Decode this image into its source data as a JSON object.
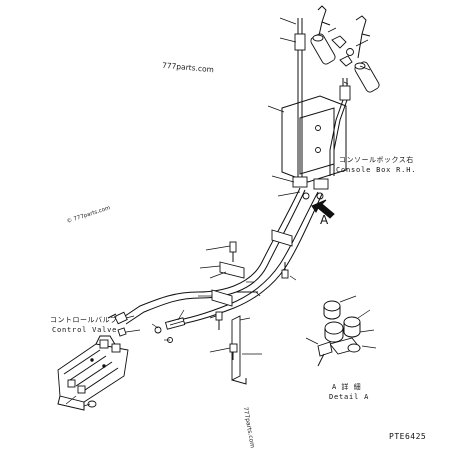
{
  "watermarks": {
    "top": "777parts.com",
    "left": "© 777parts.com",
    "bottom": "777parts.com"
  },
  "labels": {
    "console_jp": "コンソールボックス右",
    "console_en": "Console Box R.H.",
    "control_valve_jp": "コントロールバルブ",
    "control_valve_en": "Control Valve",
    "arrow_letter": "A",
    "detail_jp": "A 詳 細",
    "detail_en": "Detail A",
    "figure_code": "PTE6425"
  }
}
